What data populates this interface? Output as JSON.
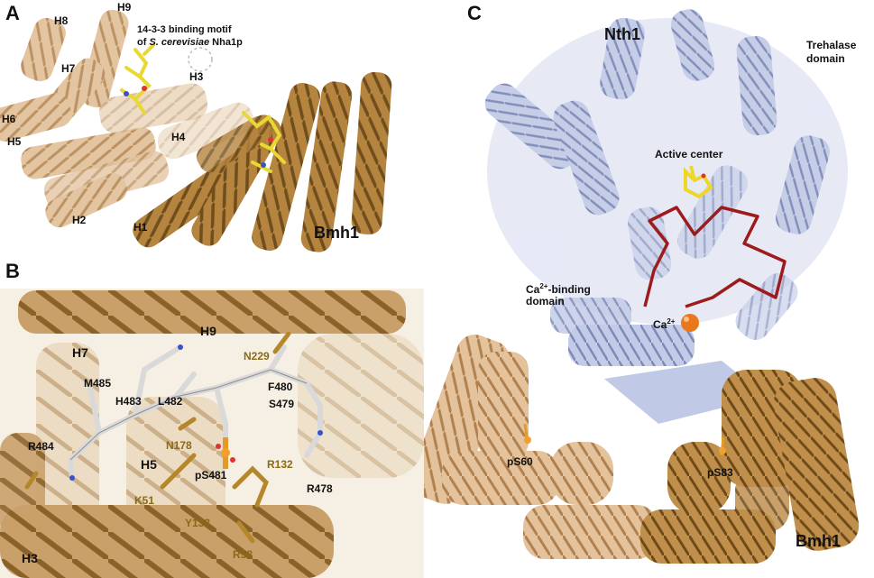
{
  "panels": {
    "a": "A",
    "b": "B",
    "c": "C"
  },
  "panel_a": {
    "helices": [
      "H8",
      "H9",
      "H7",
      "H3",
      "H6",
      "H5",
      "H4",
      "H2",
      "H1"
    ],
    "motif_label_line1": "14-3-3 binding motif",
    "motif_label_line2_prefix": "of ",
    "motif_label_species": "S. cerevisiae",
    "motif_label_protein": " Nha1p",
    "protein": "Bmh1"
  },
  "panel_b": {
    "helices": [
      "H9",
      "H7",
      "H5",
      "H3"
    ],
    "residues_white": [
      "M485",
      "H483",
      "L482",
      "F480",
      "S479",
      "R484",
      "pS481",
      "R478"
    ],
    "residues_gold": [
      "N229",
      "N178",
      "R132",
      "K51",
      "Y133",
      "R58"
    ]
  },
  "panel_c": {
    "nth1": "Nth1",
    "trehalase_line1": "Trehalase",
    "trehalase_line2": "domain",
    "active_center": "Active center",
    "ca_domain_line1_prefix": "Ca",
    "ca_domain_line1_sup": "2+",
    "ca_domain_line1_suffix": "-binding",
    "ca_domain_line2": "domain",
    "ca_ion_prefix": "Ca",
    "ca_ion_sup": "2+",
    "ps60": "pS60",
    "ps83": "pS83",
    "bmh1": "Bmh1"
  },
  "colors": {
    "bmh1_light": "#d9b48a",
    "bmh1_dark": "#a87a3c",
    "nth1": "#b4bedd",
    "loop": "#9e1b1b",
    "ligand": "#f0e03c",
    "calcium": "#e87a1a",
    "gold_label": "#8a6a14"
  }
}
